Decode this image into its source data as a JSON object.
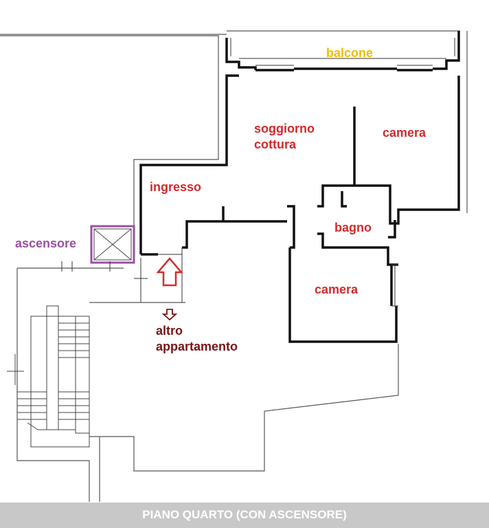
{
  "rooms": {
    "balcone": "balcone",
    "soggiorno_line1": "soggiorno",
    "soggiorno_line2": "cottura",
    "camera_top": "camera",
    "ingresso": "ingresso",
    "bagno": "bagno",
    "camera_bottom": "camera"
  },
  "ascensore": "ascensore",
  "altro_line1": "altro",
  "altro_line2": "appartamento",
  "footer": "PIANO QUARTO (CON ASCENSORE)",
  "colors": {
    "room_label": "#d42a2a",
    "balcony_label": "#e9c000",
    "elevator": "#9b4fa5",
    "other_apartment": "#7a1318",
    "footer_bg": "#c8c8c8",
    "footer_text": "#ffffff"
  }
}
